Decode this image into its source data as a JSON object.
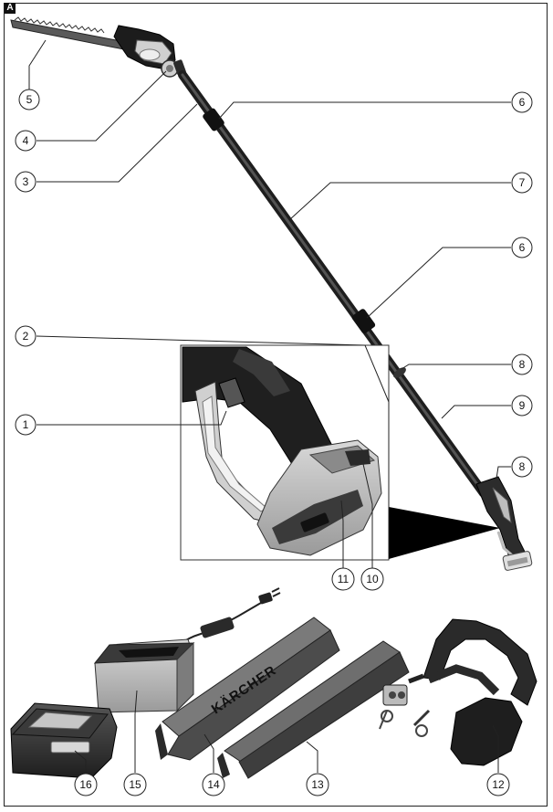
{
  "figure_letter": "A",
  "brand_text": "KÄRCHER",
  "callouts": [
    {
      "id": "c1",
      "label": "1"
    },
    {
      "id": "c2",
      "label": "2"
    },
    {
      "id": "c3",
      "label": "3"
    },
    {
      "id": "c4",
      "label": "4"
    },
    {
      "id": "c5",
      "label": "5"
    },
    {
      "id": "c6a",
      "label": "6"
    },
    {
      "id": "c6b",
      "label": "6"
    },
    {
      "id": "c7",
      "label": "7"
    },
    {
      "id": "c8a",
      "label": "8"
    },
    {
      "id": "c8b",
      "label": "8"
    },
    {
      "id": "c9",
      "label": "9"
    },
    {
      "id": "c10",
      "label": "10"
    },
    {
      "id": "c11",
      "label": "11"
    },
    {
      "id": "c12",
      "label": "12"
    },
    {
      "id": "c13",
      "label": "13"
    },
    {
      "id": "c14",
      "label": "14"
    },
    {
      "id": "c15",
      "label": "15"
    },
    {
      "id": "c16",
      "label": "16"
    }
  ]
}
